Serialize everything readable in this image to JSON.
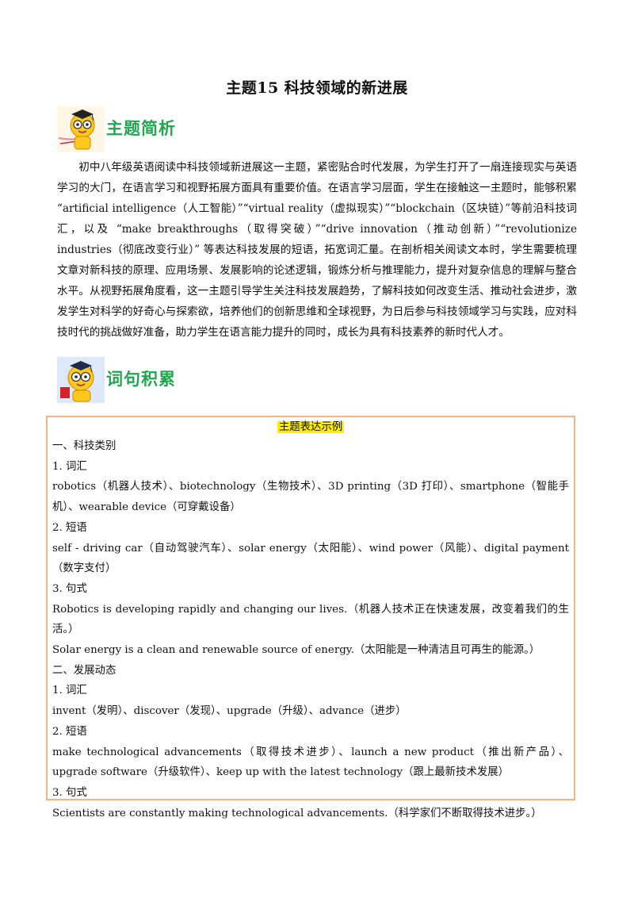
{
  "title": "主题15  科技领域的新进展",
  "section1": {
    "label": "主题简析",
    "icon": "mascot-teacher-icon"
  },
  "intro": "初中八年级英语阅读中科技领域新进展这一主题，紧密贴合时代发展，为学生打开了一扇连接现实与英语学习的大门，在语言学习和视野拓展方面具有重要价值。在语言学习层面，学生在接触这一主题时，能够积累 “artificial intelligence（人工智能）”“virtual reality（虚拟现实）”“blockchain（区块链）”等前沿科技词汇，以及 “make breakthroughs（取得突破）”“drive innovation（推动创新）”“revolutionize industries（彻底改变行业）” 等表达科技发展的短语，拓宽词汇量。在剖析相关阅读文本时，学生需要梳理文章对新科技的原理、应用场景、发展影响的论述逻辑，锻炼分析与推理能力，提升对复杂信息的理解与整合水平。从视野拓展角度看，这一主题引导学生关注科技发展趋势，了解科技如何改变生活、推动社会进步，激发学生对科学的好奇心与探索欲，培养他们的创新思维和全球视野，为日后参与科技领域学习与实践，应对科技时代的挑战做好准备，助力学生在语言能力提升的同时，成长为具有科技素养的新时代人才。",
  "section2": {
    "label": "词句积累",
    "icon": "mascot-teacher-icon"
  },
  "box": {
    "title": "主题表达示例",
    "lines": [
      "一、科技类别",
      "1. 词汇",
      "robotics（机器人技术）、biotechnology（生物技术）、3D printing（3D 打印）、smartphone（智能手机）、wearable device（可穿戴设备）",
      "2. 短语",
      "self - driving car（自动驾驶汽车）、solar energy（太阳能）、wind power（风能）、digital payment（数字支付）",
      "3. 句式",
      "Robotics is developing rapidly and changing our lives.（机器人技术正在快速发展，改变着我们的生活。）",
      "Solar energy is a clean and renewable source of energy.（太阳能是一种清洁且可再生的能源。）",
      "二、发展动态",
      "1. 词汇",
      "invent（发明）、discover（发现）、upgrade（升级）、advance（进步）",
      "2. 短语",
      "make technological advancements（取得技术进步）、launch a new product（推出新产品）、upgrade software（升级软件）、keep up with the latest technology（跟上最新技术发展）",
      "3. 句式",
      "Scientists are constantly making technological advancements.（科学家们不断取得技术进步。）"
    ]
  },
  "colors": {
    "section_label": "#21a650",
    "box_border": "#f3b48a",
    "highlight": "#ffee00"
  }
}
